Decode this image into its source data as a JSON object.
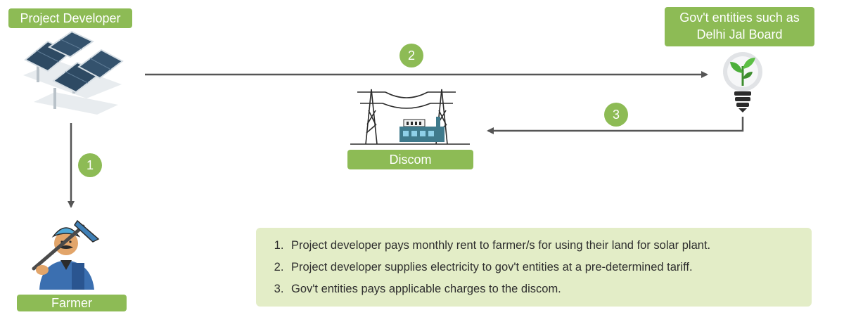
{
  "labels": {
    "project_developer": "Project Developer",
    "gov_line1": "Gov't entities such as",
    "gov_line2": "Delhi Jal Board",
    "discom": "Discom",
    "farmer": "Farmer"
  },
  "steps": [
    "1",
    "2",
    "3"
  ],
  "notes": [
    "Project developer pays monthly rent to farmer/s for using their land for solar plant.",
    "Project developer supplies electricity to gov't entities at a pre-determined tariff.",
    "Gov't entities pays applicable charges to the discom."
  ],
  "icons": [
    "solar-panels-icon",
    "transmission-tower-icon",
    "substation-icon",
    "bulb-plant-icon",
    "farmer-icon"
  ],
  "colors": {
    "accent": "#8dbb55",
    "notes_bg": "#e3edc7",
    "arrow": "#555555"
  }
}
